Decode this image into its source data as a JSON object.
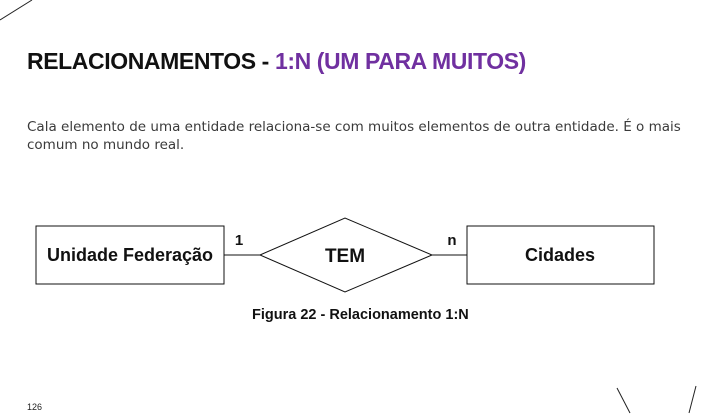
{
  "slide": {
    "title_main": "RELACIONAMENTOS - ",
    "title_accent": "1:N (UM PARA MUITOS)",
    "body": "Cala elemento de uma entidade relaciona-se com muitos elementos de outra entidade. É o mais comum no mundo real.",
    "page_number": "126",
    "accent_color": "#7030a0"
  },
  "diagram": {
    "entity_left": "Unidade Federação",
    "relationship": "TEM",
    "entity_right": "Cidades",
    "cardinality_left": "1",
    "cardinality_right": "n",
    "caption": "Figura 22 - Relacionamento 1:N"
  }
}
